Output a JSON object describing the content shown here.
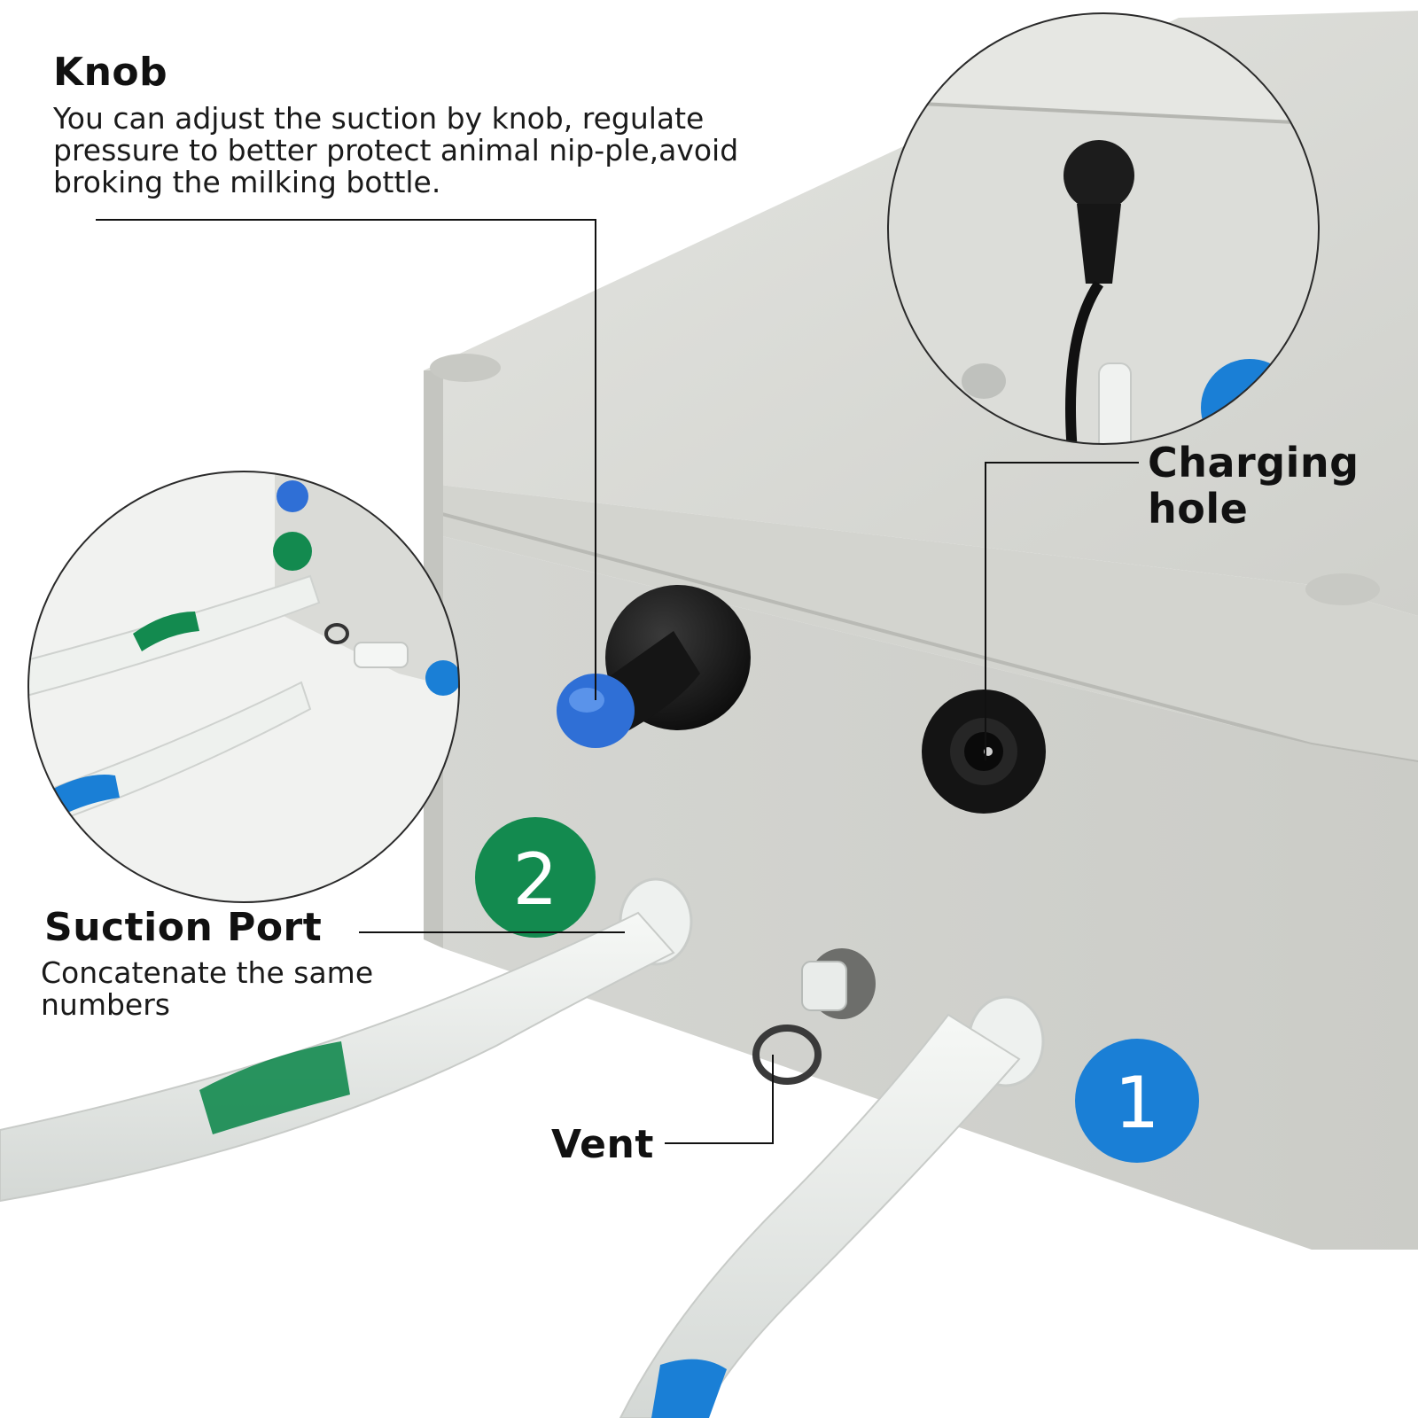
{
  "annotations": {
    "knob": {
      "title": "Knob",
      "description": "You can adjust the suction by knob, regulate pressure to better protect animal nip-ple,avoid broking the milking bottle."
    },
    "charging_hole": {
      "title": "Charging hole"
    },
    "suction_port": {
      "title": "Suction Port",
      "description": "Concatenate the same numbers"
    },
    "vent": {
      "title": "Vent"
    }
  },
  "port_badges": {
    "port_1": {
      "number": "1",
      "color": "#1a7fd6"
    },
    "port_2": {
      "number": "2",
      "color": "#138a4f"
    }
  },
  "colors": {
    "housing": "#d9dad6",
    "housing_shadow": "#c2c3bf",
    "knob_body": "#141414",
    "knob_cap": "#2f6fd6",
    "tube": "#eef1ef",
    "callout_line": "#111111"
  },
  "icons": [
    "knob-icon",
    "dc-jack-icon",
    "tube-fitting-icon",
    "vent-ring-icon"
  ]
}
